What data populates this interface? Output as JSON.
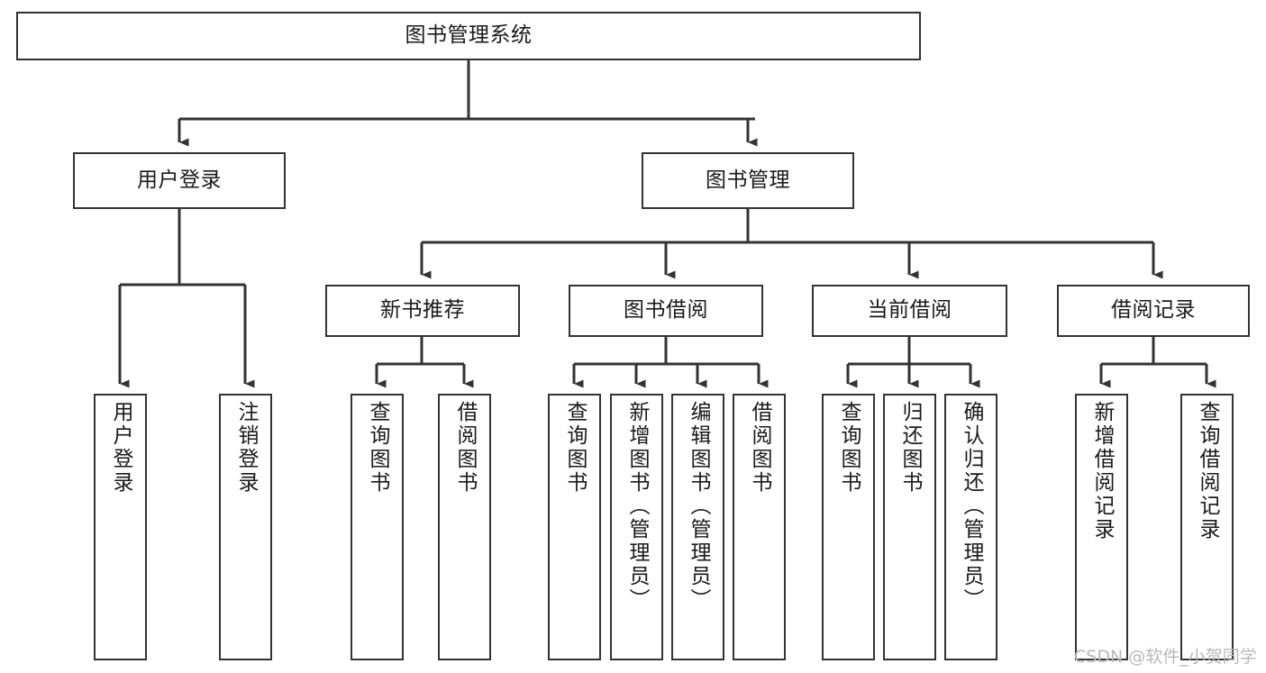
{
  "diagram": {
    "title": "图书管理系统",
    "type": "tree-hierarchy-chart",
    "root": {
      "id": "root",
      "label": "图书管理系统"
    },
    "level2": [
      {
        "id": "user-login",
        "label": "用户登录"
      },
      {
        "id": "book-management",
        "label": "图书管理"
      }
    ],
    "level3": [
      {
        "id": "new-book-recommend",
        "label": "新书推荐"
      },
      {
        "id": "book-borrow",
        "label": "图书借阅"
      },
      {
        "id": "current-borrow",
        "label": "当前借阅"
      },
      {
        "id": "borrow-record",
        "label": "借阅记录"
      }
    ],
    "leaves": {
      "user_login": [
        {
          "id": "leaf-user-login",
          "label": "用户登录"
        },
        {
          "id": "leaf-logout-login",
          "label": "注销登录"
        }
      ],
      "new_book_recommend": [
        {
          "id": "leaf-query-book-1",
          "label": "查询图书"
        },
        {
          "id": "leaf-borrow-book-1",
          "label": "借阅图书"
        }
      ],
      "book_borrow": [
        {
          "id": "leaf-query-book-2",
          "label": "查询图书"
        },
        {
          "id": "leaf-add-book",
          "label": "新增图书（管理员）"
        },
        {
          "id": "leaf-edit-book",
          "label": "编辑图书（管理员）"
        },
        {
          "id": "leaf-borrow-book-2",
          "label": "借阅图书"
        }
      ],
      "current_borrow": [
        {
          "id": "leaf-query-book-3",
          "label": "查询图书"
        },
        {
          "id": "leaf-return-book",
          "label": "归还图书"
        },
        {
          "id": "leaf-confirm-return",
          "label": "确认归还（管理员）"
        }
      ],
      "borrow_record": [
        {
          "id": "leaf-add-record",
          "label": "新增借阅记录"
        },
        {
          "id": "leaf-query-record",
          "label": "查询借阅记录"
        }
      ]
    }
  },
  "colors": {
    "box_border": "#333333",
    "box_fill": "#ffffff",
    "connector": "#333333",
    "text": "#1a1a1a",
    "watermark": "#b9b9b9",
    "background": "#ffffff"
  },
  "watermark": {
    "text": "CSDN @软件_小贺同学"
  }
}
